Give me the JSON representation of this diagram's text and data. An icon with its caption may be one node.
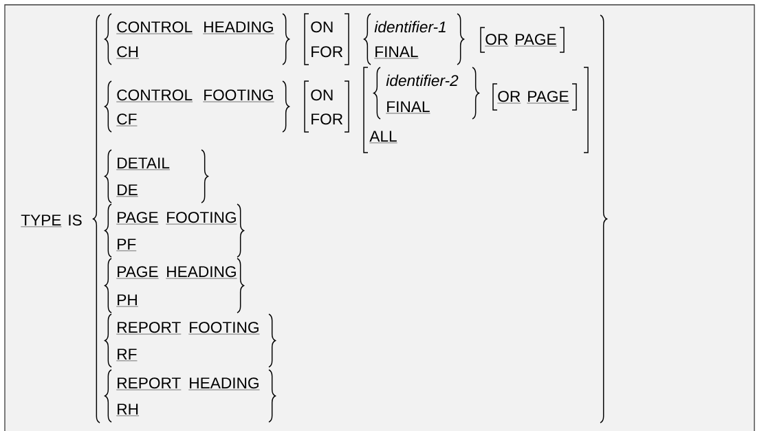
{
  "diagram": {
    "labels": [
      "TYPE",
      "IS",
      "CONTROL",
      "HEADING",
      "ON",
      "identifier-1",
      "OR",
      "PAGE",
      "CH",
      "FOR",
      "FINAL",
      "CONTROL",
      "FOOTING",
      "ON",
      "identifier-2",
      "OR",
      "PAGE",
      "CF",
      "FOR",
      "FINAL",
      "ALL",
      "DETAIL",
      "DE",
      "PAGE",
      "FOOTING",
      "PF",
      "PAGE",
      "HEADING",
      "PH",
      "REPORT",
      "FOOTING",
      "RF",
      "REPORT",
      "HEADING",
      "RH"
    ]
  }
}
